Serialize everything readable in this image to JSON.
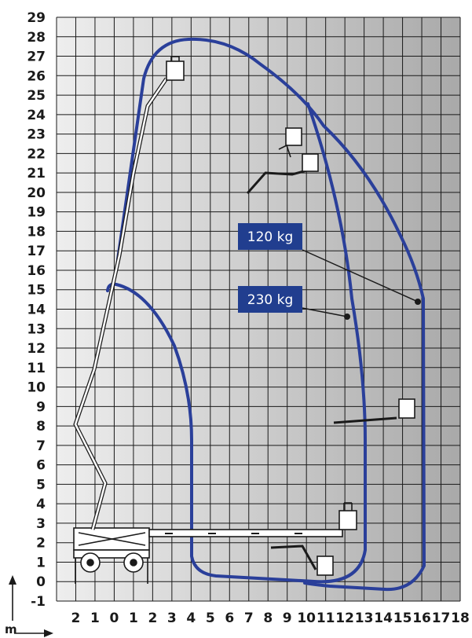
{
  "chart_data": {
    "type": "diagram",
    "title": "",
    "y_axis": {
      "ticks": [
        "29",
        "28",
        "27",
        "26",
        "25",
        "24",
        "23",
        "22",
        "21",
        "20",
        "19",
        "18",
        "17",
        "16",
        "15",
        "14",
        "13",
        "12",
        "11",
        "10",
        "9",
        "8",
        "7",
        "6",
        "5",
        "4",
        "3",
        "2",
        "1",
        "0",
        "-1"
      ]
    },
    "x_axis": {
      "ticks": [
        "2",
        "1",
        "0",
        "1",
        "2",
        "3",
        "4",
        "5",
        "6",
        "7",
        "8",
        "9",
        "10",
        "11",
        "12",
        "13",
        "14",
        "15",
        "16",
        "17",
        "18"
      ]
    },
    "unit_label": "m",
    "load_labels": [
      {
        "text": "120 kg",
        "envelope": "outer"
      },
      {
        "text": "230 kg",
        "envelope": "inner"
      }
    ],
    "grid": true,
    "colors": {
      "envelope": "#2a3f9a",
      "badge": "#213e8f",
      "grid": "#1a1a1a",
      "shade_light": "#eeeeee",
      "shade_dark": "#a9a9a9"
    }
  }
}
